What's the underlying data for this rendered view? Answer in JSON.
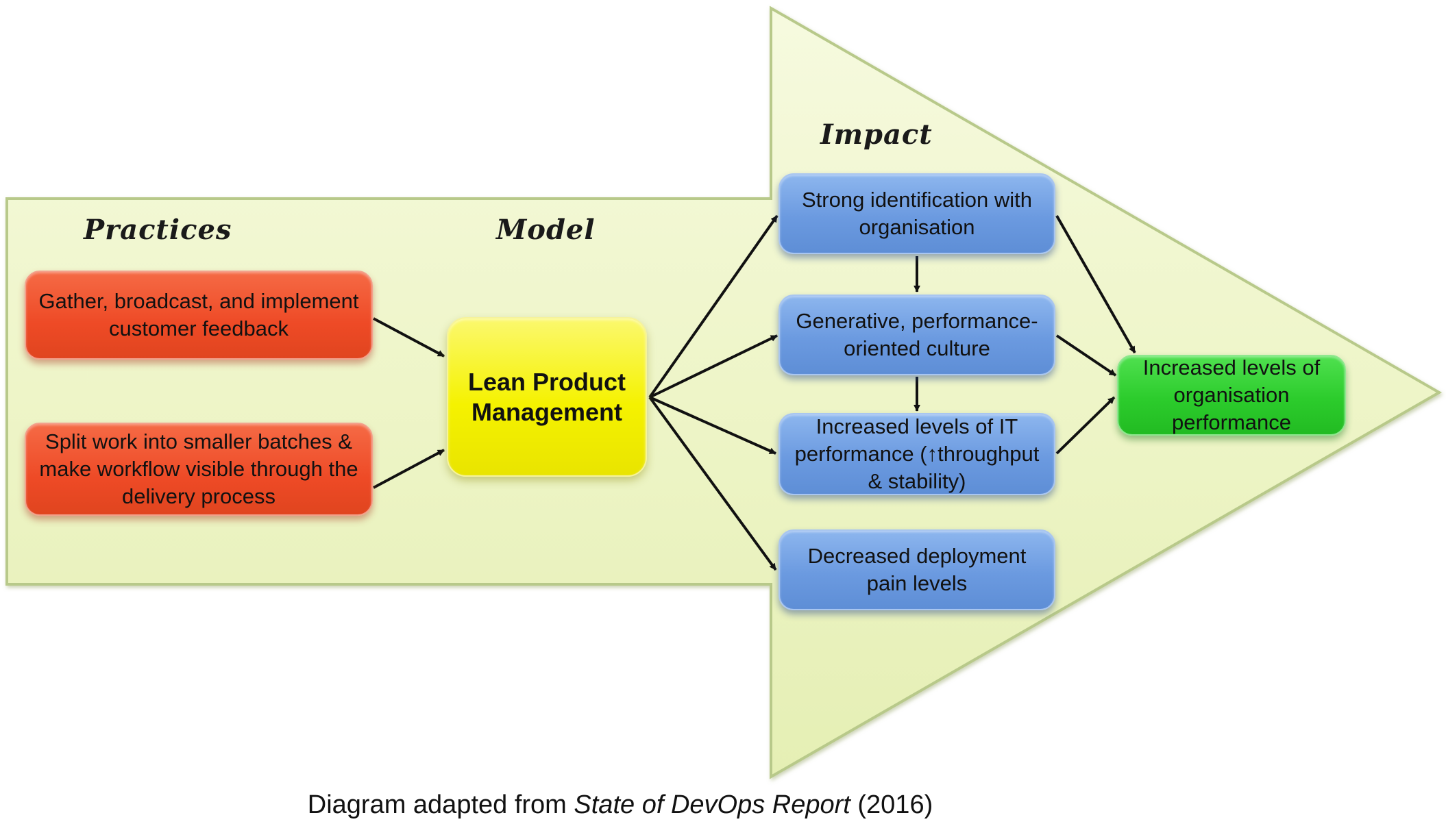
{
  "headings": {
    "practices": "Practices",
    "model": "Model",
    "impact": "Impact"
  },
  "practices": [
    "Gather, broadcast, and implement customer feedback",
    "Split work into smaller batches & make workflow visible through the delivery process"
  ],
  "model": "Lean Product Management",
  "impacts": [
    "Strong identification with organisation",
    "Generative, performance-oriented culture",
    "Increased levels of IT performance (↑throughput & stability)",
    "Decreased deployment pain levels"
  ],
  "outcome": "Increased levels of organisation performance",
  "caption": {
    "prefix": "Diagram adapted from ",
    "source": "State of DevOps Report",
    "suffix": " (2016)"
  },
  "colors": {
    "arrow_fill": "#f3f8d2",
    "arrow_stroke": "#b8c98a",
    "practice_box": "#ee4a26",
    "model_box": "#f5f200",
    "impact_box": "#6b9ae0",
    "outcome_box": "#2ccc2c"
  }
}
